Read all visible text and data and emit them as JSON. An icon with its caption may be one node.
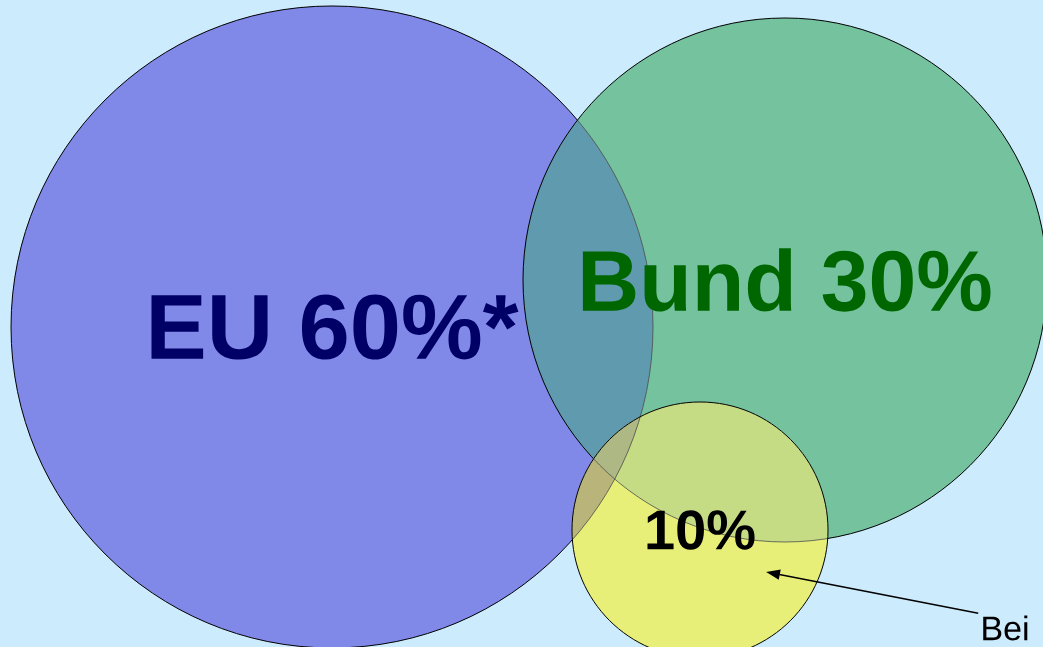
{
  "diagram": {
    "nodes": [
      {
        "text": [
          "EU 60%*"
        ]
      },
      {
        "text": [
          "Bund 30%"
        ]
      },
      {
        "text": [
          "10%"
        ]
      },
      {
        "text": [
          "Bei"
        ]
      }
    ],
    "edges": [
      {
        "from": 3,
        "to": 2,
        "arrow": "to"
      }
    ]
  }
}
